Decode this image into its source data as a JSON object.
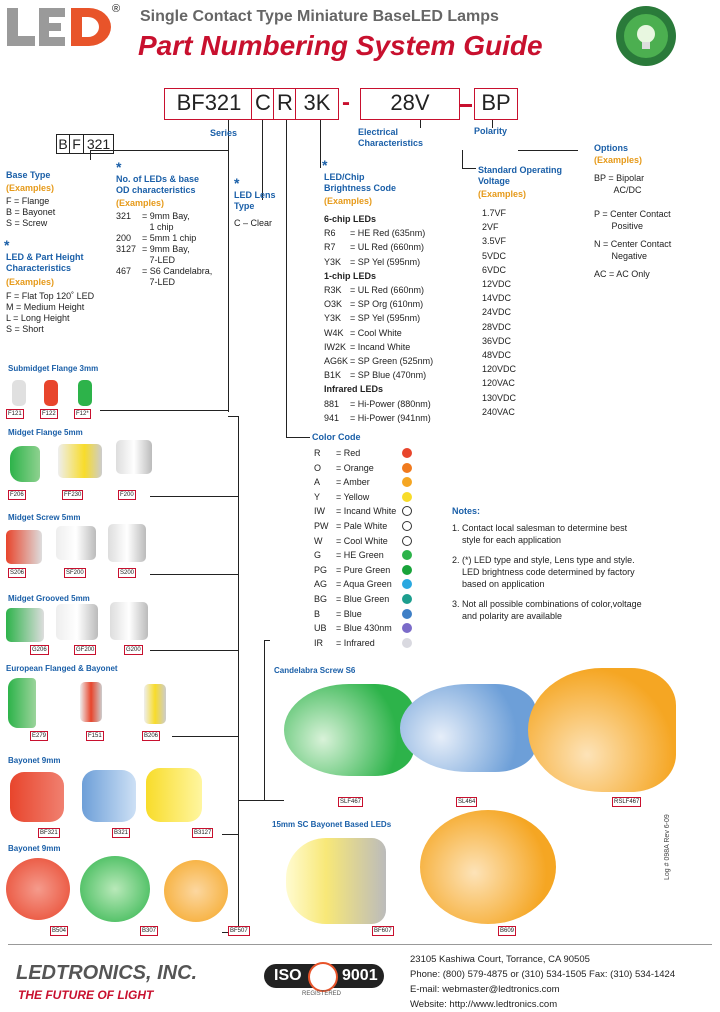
{
  "header": {
    "logo_reg": "®",
    "subtitle": "Single Contact Type Miniature BaseLED Lamps",
    "title": "Part Numbering System Guide"
  },
  "partnumber": {
    "boxes": [
      "BF321",
      "C",
      "R",
      "3K",
      "-",
      "28V",
      "-",
      "BP"
    ],
    "labels": {
      "series": "Series",
      "electrical": "Electrical\nCharacteristics",
      "polarity": "Polarity",
      "options": "Options",
      "examples": "(Examples)"
    },
    "series_boxes": [
      "B",
      "F",
      "321"
    ]
  },
  "base_type": {
    "title": "Base Type",
    "examples": "(Examples)",
    "items": [
      "F = Flange",
      "B = Bayonet",
      "S = Screw"
    ]
  },
  "led_part_height": {
    "title": "LED & Part Height\nCharacteristics",
    "examples": "(Examples)",
    "items": [
      "F = Flat Top 120˚ LED",
      "M = Medium Height",
      "L = Long Height",
      "S = Short"
    ]
  },
  "no_leds": {
    "title": "No. of LEDs & base\nOD characteristics",
    "examples": "(Examples)",
    "items": [
      {
        "code": "321",
        "desc": "= 9mm Bay,\n   1 chip"
      },
      {
        "code": "200",
        "desc": "= 5mm 1 chip"
      },
      {
        "code": "3127",
        "desc": "= 9mm Bay,\n   7-LED"
      },
      {
        "code": "467",
        "desc": "= S6 Candelabra,\n   7-LED"
      }
    ]
  },
  "led_lens": {
    "title": "LED Lens\nType",
    "items": [
      "C – Clear"
    ]
  },
  "brightness": {
    "title": "LED/Chip\nBrightness Code",
    "examples": "(Examples)",
    "groups": [
      {
        "heading": "6-chip LEDs",
        "items": [
          [
            "R6",
            "= HE Red (635nm)"
          ],
          [
            "R7",
            "= UL Red (660nm)"
          ],
          [
            "Y3K",
            "= SP Yel (595nm)"
          ]
        ]
      },
      {
        "heading": "1-chip LEDs",
        "items": [
          [
            "R3K",
            "= UL Red (660nm)"
          ],
          [
            "O3K",
            "= SP Org (610nm)"
          ],
          [
            "Y3K",
            "= SP Yel (595nm)"
          ],
          [
            "W4K",
            "= Cool White"
          ],
          [
            "IW2K",
            "= Incand White"
          ],
          [
            "AG6K",
            "= SP Green (525nm)"
          ],
          [
            "B1K",
            "= SP Blue (470nm)"
          ]
        ]
      },
      {
        "heading": "Infrared LEDs",
        "items": [
          [
            "881",
            "= Hi-Power (880nm)"
          ],
          [
            "941",
            "= Hi-Power (941nm)"
          ]
        ]
      }
    ]
  },
  "voltage": {
    "title": "Standard Operating\nVoltage",
    "examples": "(Examples)",
    "items": [
      "1.7VF",
      "2VF",
      "3.5VF",
      "5VDC",
      "6VDC",
      "12VDC",
      "14VDC",
      "24VDC",
      "28VDC",
      "36VDC",
      "48VDC",
      "120VDC",
      "120VAC",
      "130VDC",
      "240VAC"
    ]
  },
  "options": {
    "items": [
      "BP = Bipolar\n        AC/DC",
      "P = Center Contact\n       Positive",
      "N = Center Contact\n       Negative",
      "AC = AC Only"
    ]
  },
  "color_code": {
    "title": "Color Code",
    "items": [
      {
        "code": "R",
        "name": "= Red",
        "color": "#e8452c"
      },
      {
        "code": "O",
        "name": "= Orange",
        "color": "#f07a1e"
      },
      {
        "code": "A",
        "name": "= Amber",
        "color": "#f5a623"
      },
      {
        "code": "Y",
        "name": "= Yellow",
        "color": "#f8dc2a"
      },
      {
        "code": "IW",
        "name": "= Incand White",
        "color": "#ffffff"
      },
      {
        "code": "PW",
        "name": "= Pale White",
        "color": "#ffffff"
      },
      {
        "code": "W",
        "name": "= Cool White",
        "color": "#ffffff"
      },
      {
        "code": "G",
        "name": "= HE Green",
        "color": "#2db34a"
      },
      {
        "code": "PG",
        "name": "= Pure Green",
        "color": "#19a33a"
      },
      {
        "code": "AG",
        "name": "= Aqua Green",
        "color": "#2aa8e0"
      },
      {
        "code": "BG",
        "name": "= Blue Green",
        "color": "#1d9e8e"
      },
      {
        "code": "B",
        "name": "= Blue",
        "color": "#3f7fc6"
      },
      {
        "code": "UB",
        "name": "= Blue 430nm",
        "color": "#7b6bc9"
      },
      {
        "code": "IR",
        "name": "= Infrared",
        "color": "#d9d9e0"
      }
    ]
  },
  "notes": {
    "title": "Notes:",
    "items": [
      "1. Contact local salesman to determine best\n    style for each application",
      "2. (*) LED type and style, Lens type and style.\n    LED brightness code determined by factory\n    based on application",
      "3. Not all possible combinations of color,voltage\n    and polarity are available"
    ]
  },
  "sections": {
    "submidget": {
      "title": "Submidget Flange 3mm",
      "labels": [
        "F121",
        "F122",
        "F12*"
      ]
    },
    "midget_flange": {
      "title": "Midget Flange 5mm",
      "labels": [
        "F206",
        "FF230",
        "F200"
      ]
    },
    "midget_screw": {
      "title": "Midget Screw 5mm",
      "labels": [
        "S206",
        "SF200",
        "S200"
      ]
    },
    "midget_grooved": {
      "title": "Midget Grooved 5mm",
      "labels": [
        "G206",
        "GF200",
        "G200"
      ]
    },
    "european": {
      "title": "European Flanged & Bayonet",
      "labels": [
        "E279",
        "F151",
        "B206"
      ]
    },
    "bayonet1": {
      "title": "Bayonet 9mm",
      "labels": [
        "BF321",
        "B321",
        "B3127"
      ]
    },
    "bayonet2": {
      "title": "Bayonet 9mm",
      "labels": [
        "B504",
        "B307",
        "BF507"
      ]
    },
    "candelabra": {
      "title": "Candelabra Screw S6",
      "labels": [
        "SLF467",
        "SL464",
        "RSLF467"
      ]
    },
    "sc15": {
      "title": "15mm SC Bayonet Based LEDs",
      "labels": [
        "BF607",
        "B609"
      ]
    }
  },
  "side_code": "Log # 098A Rev 6-09",
  "footer": {
    "company": "LEDTRONICS, INC.",
    "tagline": "THE FUTURE OF LIGHT",
    "iso": "ISO",
    "iso_num": "9001",
    "registered": "REGISTERED",
    "address": "23105 Kashiwa Court,  Torrance, CA 90505",
    "phone": "Phone: (800) 579-4875 or (310) 534-1505  Fax: (310) 534-1424",
    "email": "E-mail:  webmaster@ledtronics.com",
    "website": "Website: http://www.ledtronics.com"
  }
}
